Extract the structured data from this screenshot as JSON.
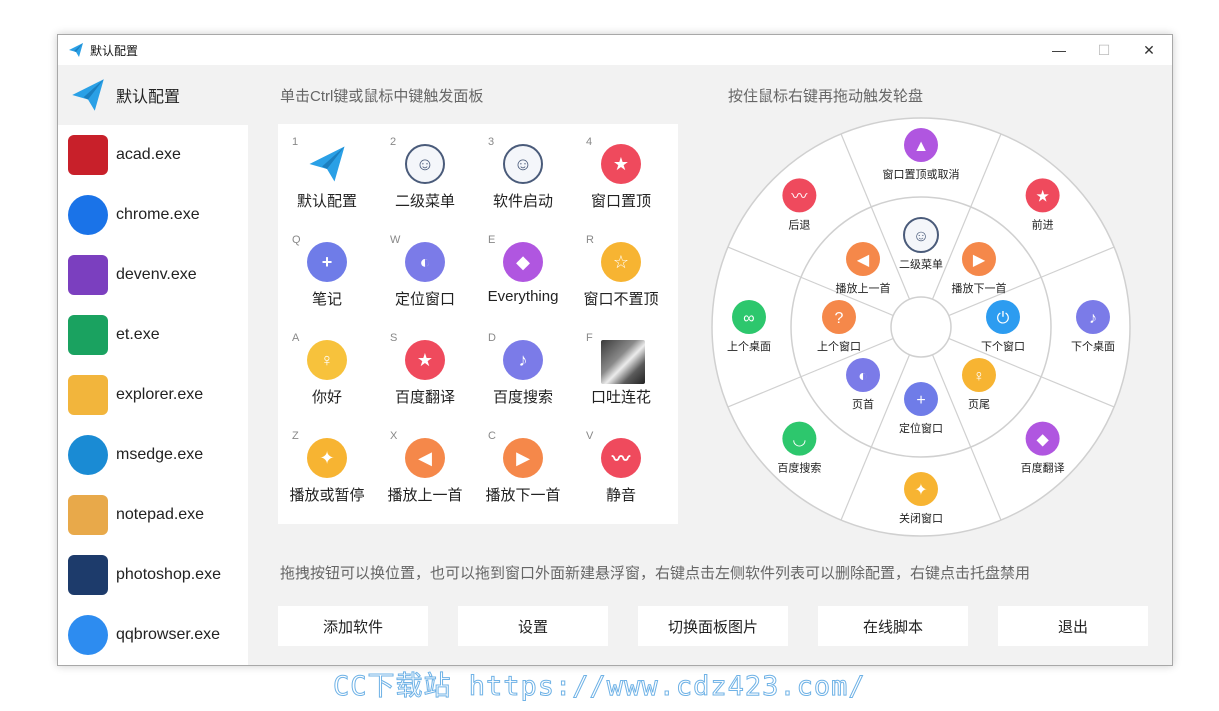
{
  "window": {
    "title": "默认配置",
    "controls": {
      "minimize": "—",
      "maximize": "☐",
      "close": "✕"
    }
  },
  "sidebar": {
    "items": [
      {
        "label": "默认配置",
        "icon": "paper-plane-icon",
        "color": "#2aa0e6"
      },
      {
        "label": "acad.exe",
        "icon": "autocad-icon",
        "color": "#c8202a"
      },
      {
        "label": "chrome.exe",
        "icon": "chrome-icon",
        "color": "#1a73e8"
      },
      {
        "label": "devenv.exe",
        "icon": "visual-studio-icon",
        "color": "#7b3fbf"
      },
      {
        "label": "et.exe",
        "icon": "wps-sheet-icon",
        "color": "#1aa260"
      },
      {
        "label": "explorer.exe",
        "icon": "folder-icon",
        "color": "#f2b53c"
      },
      {
        "label": "msedge.exe",
        "icon": "edge-icon",
        "color": "#1a8bd4"
      },
      {
        "label": "notepad.exe",
        "icon": "doge-icon",
        "color": "#e8a94a"
      },
      {
        "label": "photoshop.exe",
        "icon": "photoshop-icon",
        "color": "#1d3b6b"
      },
      {
        "label": "qqbrowser.exe",
        "icon": "qqbrowser-icon",
        "color": "#2d8cf0"
      }
    ]
  },
  "panel": {
    "hint": "单击Ctrl键或鼠标中键触发面板",
    "cells": [
      {
        "key": "1",
        "label": "默认配置",
        "icon": "paper-plane-icon",
        "color": "#2aa0e6",
        "glyph": "➤"
      },
      {
        "key": "2",
        "label": "二级菜单",
        "icon": "cartoon-face-icon",
        "color": "#4a5b7a",
        "glyph": "☺"
      },
      {
        "key": "3",
        "label": "软件启动",
        "icon": "cartoon-face-icon",
        "color": "#4a5b7a",
        "glyph": "☺"
      },
      {
        "key": "4",
        "label": "窗口置顶",
        "icon": "pin-top-icon",
        "color": "#ef4a5d",
        "glyph": "★"
      },
      {
        "key": "Q",
        "label": "笔记",
        "icon": "note-icon",
        "color": "#6f7ce8",
        "glyph": "+"
      },
      {
        "key": "W",
        "label": "定位窗口",
        "icon": "locate-icon",
        "color": "#7b7be8",
        "glyph": "◐"
      },
      {
        "key": "E",
        "label": "Everything",
        "icon": "everything-icon",
        "color": "#b056e0",
        "glyph": "◆"
      },
      {
        "key": "R",
        "label": "窗口不置顶",
        "icon": "unpin-icon",
        "color": "#f7b432",
        "glyph": "☆"
      },
      {
        "key": "A",
        "label": "你好",
        "icon": "bulb-icon",
        "color": "#f7c23c",
        "glyph": "♀"
      },
      {
        "key": "S",
        "label": "百度翻译",
        "icon": "translate-icon",
        "color": "#ef4a5d",
        "glyph": "★"
      },
      {
        "key": "D",
        "label": "百度搜索",
        "icon": "music-note-icon",
        "color": "#7b7be8",
        "glyph": "♪"
      },
      {
        "key": "F",
        "label": "口吐连花",
        "icon": "husky-photo-icon",
        "color": "#555555",
        "glyph": ""
      },
      {
        "key": "Z",
        "label": "播放或暂停",
        "icon": "play-pause-icon",
        "color": "#f7b432",
        "glyph": "✦"
      },
      {
        "key": "X",
        "label": "播放上一首",
        "icon": "prev-track-icon",
        "color": "#f5884a",
        "glyph": "◀"
      },
      {
        "key": "C",
        "label": "播放下一首",
        "icon": "next-track-icon",
        "color": "#f5884a",
        "glyph": "▶"
      },
      {
        "key": "V",
        "label": "静音",
        "icon": "mute-icon",
        "color": "#ef4a5d",
        "glyph": "〰"
      }
    ]
  },
  "wheel": {
    "hint": "按住鼠标右键再拖动触发轮盘",
    "outer": [
      {
        "label": "窗口置顶或取消",
        "icon": "pin-top-icon",
        "color": "#b056e0",
        "glyph": "▲"
      },
      {
        "label": "前进",
        "icon": "forward-icon",
        "color": "#ef4a5d",
        "glyph": "★"
      },
      {
        "label": "下个桌面",
        "icon": "next-desktop-icon",
        "color": "#7b7be8",
        "glyph": "♪"
      },
      {
        "label": "百度翻译",
        "icon": "translate-icon",
        "color": "#b056e0",
        "glyph": "◆"
      },
      {
        "label": "关闭窗口",
        "icon": "close-window-icon",
        "color": "#f7b432",
        "glyph": "✦"
      },
      {
        "label": "百度搜索",
        "icon": "search-chat-icon",
        "color": "#2dc76d",
        "glyph": "◡"
      },
      {
        "label": "上个桌面",
        "icon": "prev-desktop-icon",
        "color": "#2dc76d",
        "glyph": "∞"
      },
      {
        "label": "后退",
        "icon": "back-icon",
        "color": "#ef4a5d",
        "glyph": "〰"
      }
    ],
    "inner": [
      {
        "label": "二级菜单",
        "icon": "cartoon-face-icon",
        "color": "#4a5b7a",
        "glyph": "☺"
      },
      {
        "label": "播放下一首",
        "icon": "next-track-icon",
        "color": "#f5884a",
        "glyph": "▶"
      },
      {
        "label": "下个窗口",
        "icon": "power-icon",
        "color": "#2d9cf0",
        "glyph": "⏻"
      },
      {
        "label": "页尾",
        "icon": "bulb-icon",
        "color": "#f7b432",
        "glyph": "♀"
      },
      {
        "label": "定位窗口",
        "icon": "note-icon",
        "color": "#6f7ce8",
        "glyph": "+"
      },
      {
        "label": "页首",
        "icon": "locate-icon",
        "color": "#7b7be8",
        "glyph": "◐"
      },
      {
        "label": "上个窗口",
        "icon": "question-icon",
        "color": "#f5884a",
        "glyph": "?"
      },
      {
        "label": "播放上一首",
        "icon": "prev-track-icon",
        "color": "#f5884a",
        "glyph": "◀"
      }
    ]
  },
  "footer": {
    "hint": "拖拽按钮可以换位置，也可以拖到窗口外面新建悬浮窗，右键点击左侧软件列表可以删除配置，右键点击托盘禁用",
    "buttons": [
      "添加软件",
      "设置",
      "切换面板图片",
      "在线脚本",
      "退出"
    ]
  },
  "watermark": "CC下载站 https://www.cdz423.com/"
}
